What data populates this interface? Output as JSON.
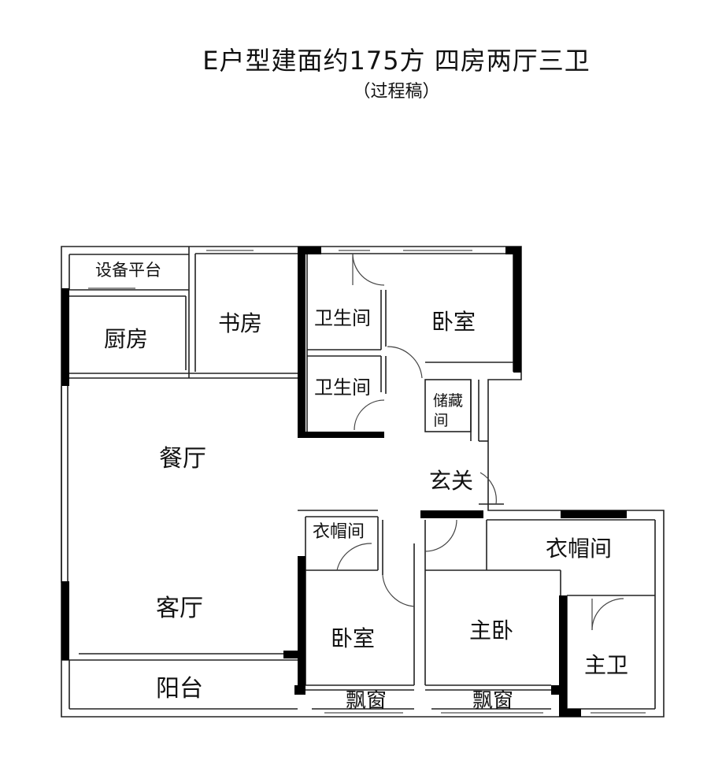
{
  "header": {
    "title": "E户型建面约175方  四房两厅三卫",
    "subtitle": "（过程稿）"
  },
  "rooms": {
    "equipment_platform": "设备平台",
    "kitchen": "厨房",
    "study": "书房",
    "bathroom_1": "卫生间",
    "bathroom_2": "卫生间",
    "bedroom_north": "卧室",
    "storage": "储藏间",
    "dining": "餐厅",
    "foyer": "玄关",
    "living": "客厅",
    "cloakroom_1": "衣帽间",
    "cloakroom_2": "衣帽间",
    "master_bedroom": "主卧",
    "bedroom_south": "卧室",
    "master_bath": "主卫",
    "balcony": "阳台",
    "bay_window_1": "飘窗",
    "bay_window_2": "飘窗"
  }
}
